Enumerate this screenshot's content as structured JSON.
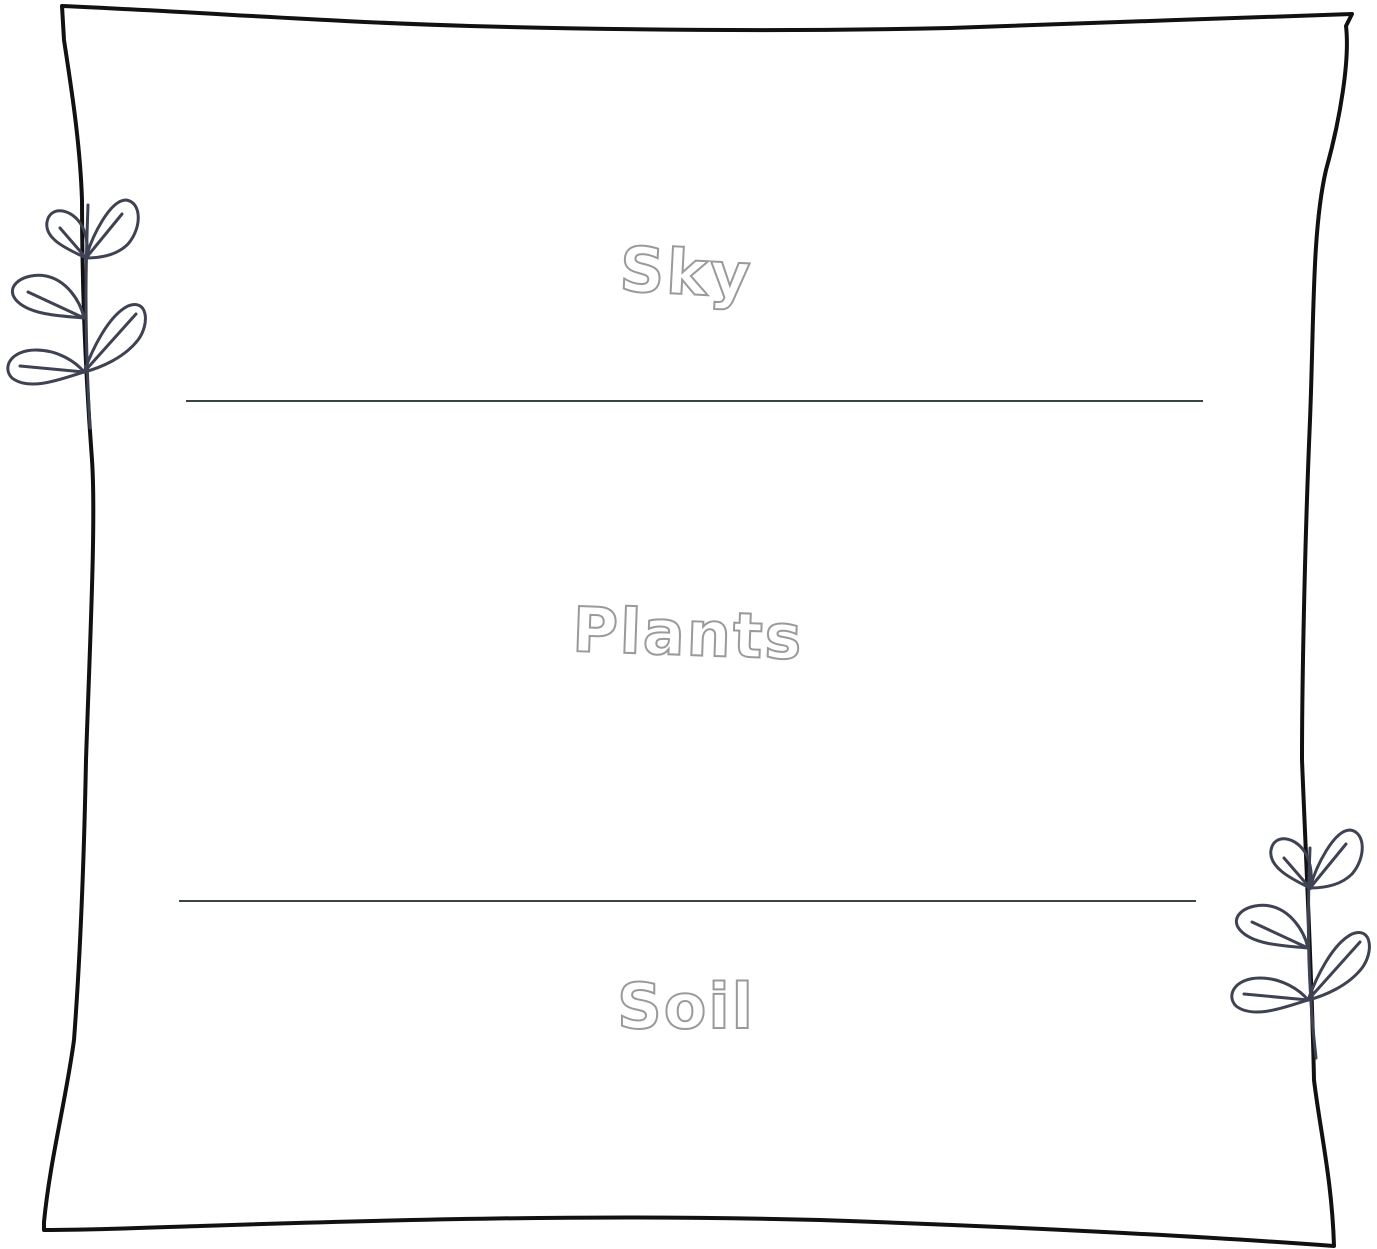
{
  "worksheet": {
    "sections": [
      {
        "label": "Sky"
      },
      {
        "label": "Plants"
      },
      {
        "label": "Soil"
      }
    ],
    "border_color": "#111111",
    "divider_color": "#3a4440",
    "label_outline_color": "#9a9a9a",
    "leaf_color": "#3e4252",
    "decorations": [
      "leaf-sprig-icon",
      "leaf-sprig-icon"
    ]
  }
}
